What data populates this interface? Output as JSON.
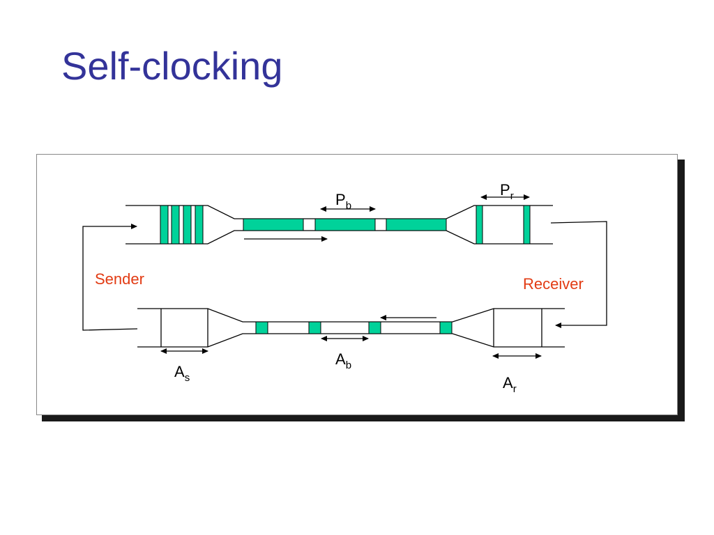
{
  "slide": {
    "title": "Self-clocking"
  },
  "diagram": {
    "sender_label": "Sender",
    "receiver_label": "Receiver",
    "labels": {
      "pb": {
        "main": "P",
        "sub": "b"
      },
      "pr": {
        "main": "P",
        "sub": "r"
      },
      "ab": {
        "main": "A",
        "sub": "b"
      },
      "as": {
        "main": "A",
        "sub": "s"
      },
      "ar": {
        "main": "A",
        "sub": "r"
      }
    },
    "colors": {
      "packet": "#00d29a",
      "title": "#333399",
      "endpoint_label": "#e23b13"
    }
  }
}
